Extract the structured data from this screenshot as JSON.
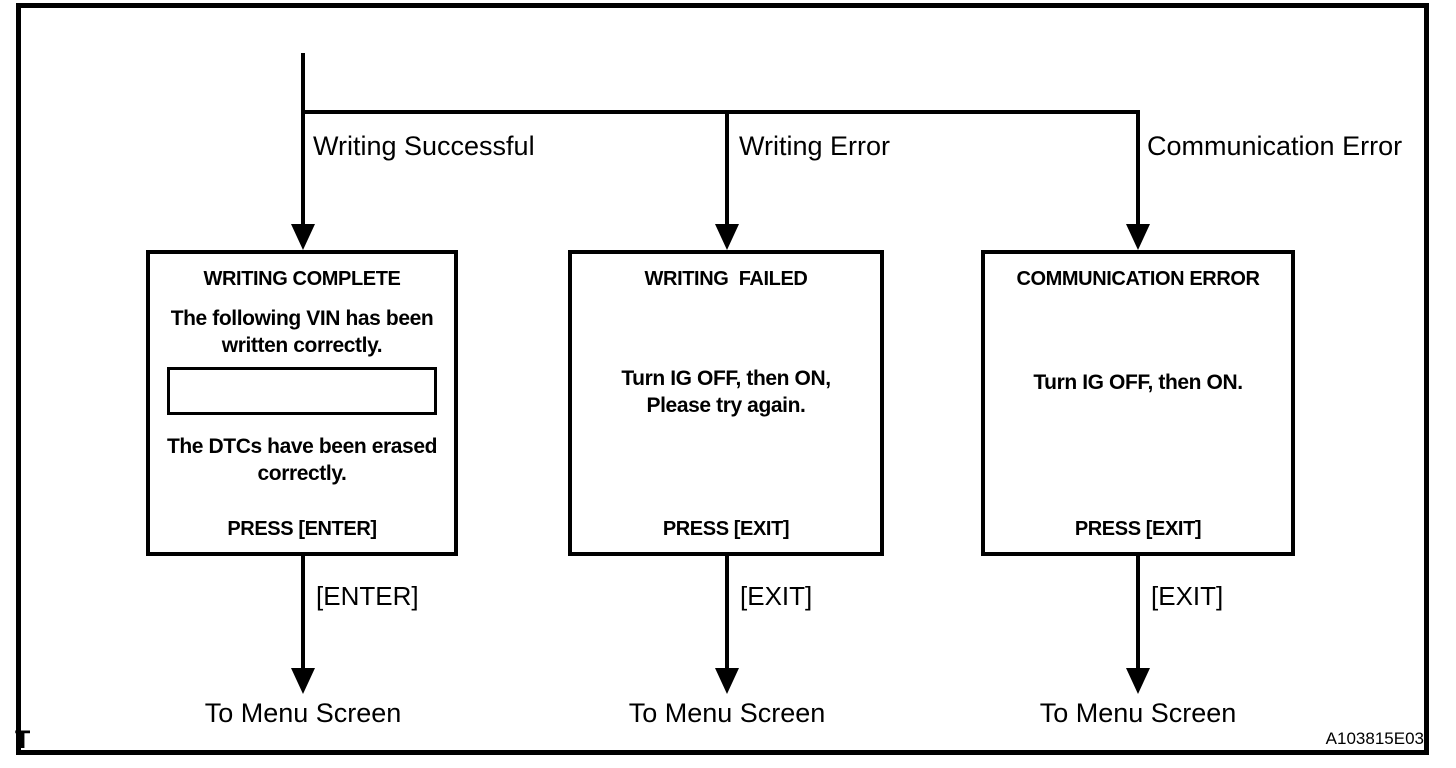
{
  "diagram": {
    "corner_mark": "T",
    "figure_code": "A103815E03",
    "ink_color": "#000000",
    "background_color": "#ffffff",
    "branches": [
      {
        "condition": "Writing Successful",
        "box": {
          "title": "WRITING COMPLETE",
          "message_top": "The following VIN has been\nwritten correctly.",
          "vin_field_value": "",
          "message_bottom": "The DTCs have been erased\ncorrectly.",
          "press": "PRESS [ENTER]"
        },
        "key": "[ENTER]",
        "destination": "To Menu Screen"
      },
      {
        "condition": "Writing Error",
        "box": {
          "title": "WRITING  FAILED",
          "message": "Turn IG OFF, then ON,\nPlease try again.",
          "press": "PRESS [EXIT]"
        },
        "key": "[EXIT]",
        "destination": "To Menu Screen"
      },
      {
        "condition": "Communication Error",
        "box": {
          "title": "COMMUNICATION ERROR",
          "message": "Turn IG OFF, then ON.",
          "press": "PRESS [EXIT]"
        },
        "key": "[EXIT]",
        "destination": "To Menu Screen"
      }
    ]
  }
}
